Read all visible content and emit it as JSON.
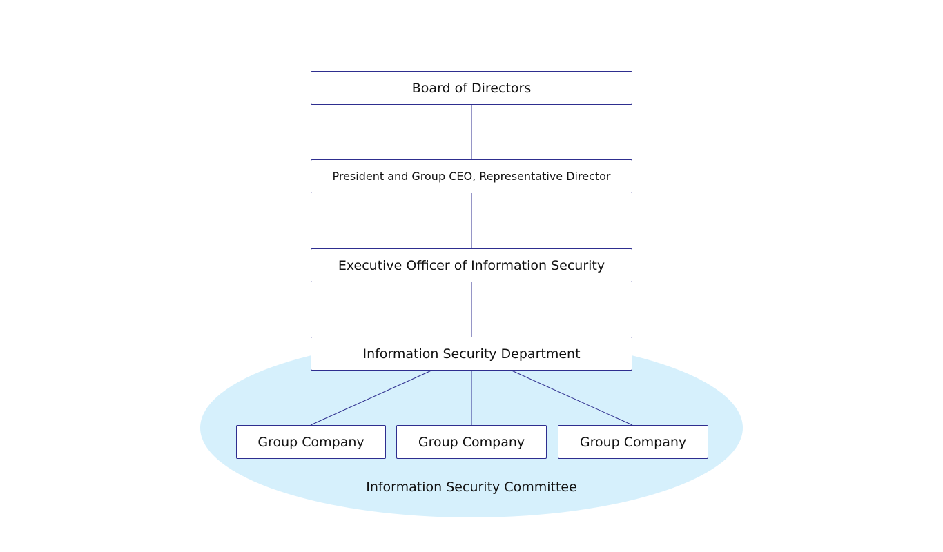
{
  "diagram": {
    "nodes": {
      "board": "Board of Directors",
      "president": "President and Group CEO, Representative Director",
      "executive": "Executive Officer of Information Security",
      "department": "Information Security Department",
      "group_companies": [
        "Group Company",
        "Group Company",
        "Group Company"
      ]
    },
    "committee_label": "Information Security Committee",
    "colors": {
      "border": "#2e2e8f",
      "committee_fill": "#d6f0fc"
    }
  }
}
